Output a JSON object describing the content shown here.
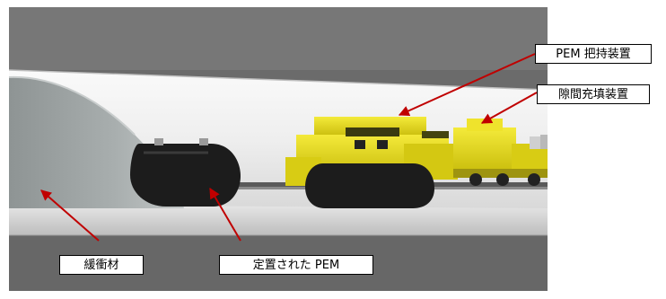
{
  "labels": {
    "pem_gripper": "PEM 把持装置",
    "gap_filler": "隙間充填装置",
    "buffer_material": "緩衝材",
    "placed_pem": "定置された PEM"
  },
  "colors": {
    "background_wall": "#6b6b6b",
    "tunnel_light": "#f2f2f2",
    "tunnel_shadow": "#d4d4d4",
    "buffer_gray": "#9aa0a0",
    "pem_black": "#1a1a1a",
    "machine_yellow": "#e8dc14",
    "arrow_red": "#c00000",
    "rail": "#5a5a5a"
  }
}
